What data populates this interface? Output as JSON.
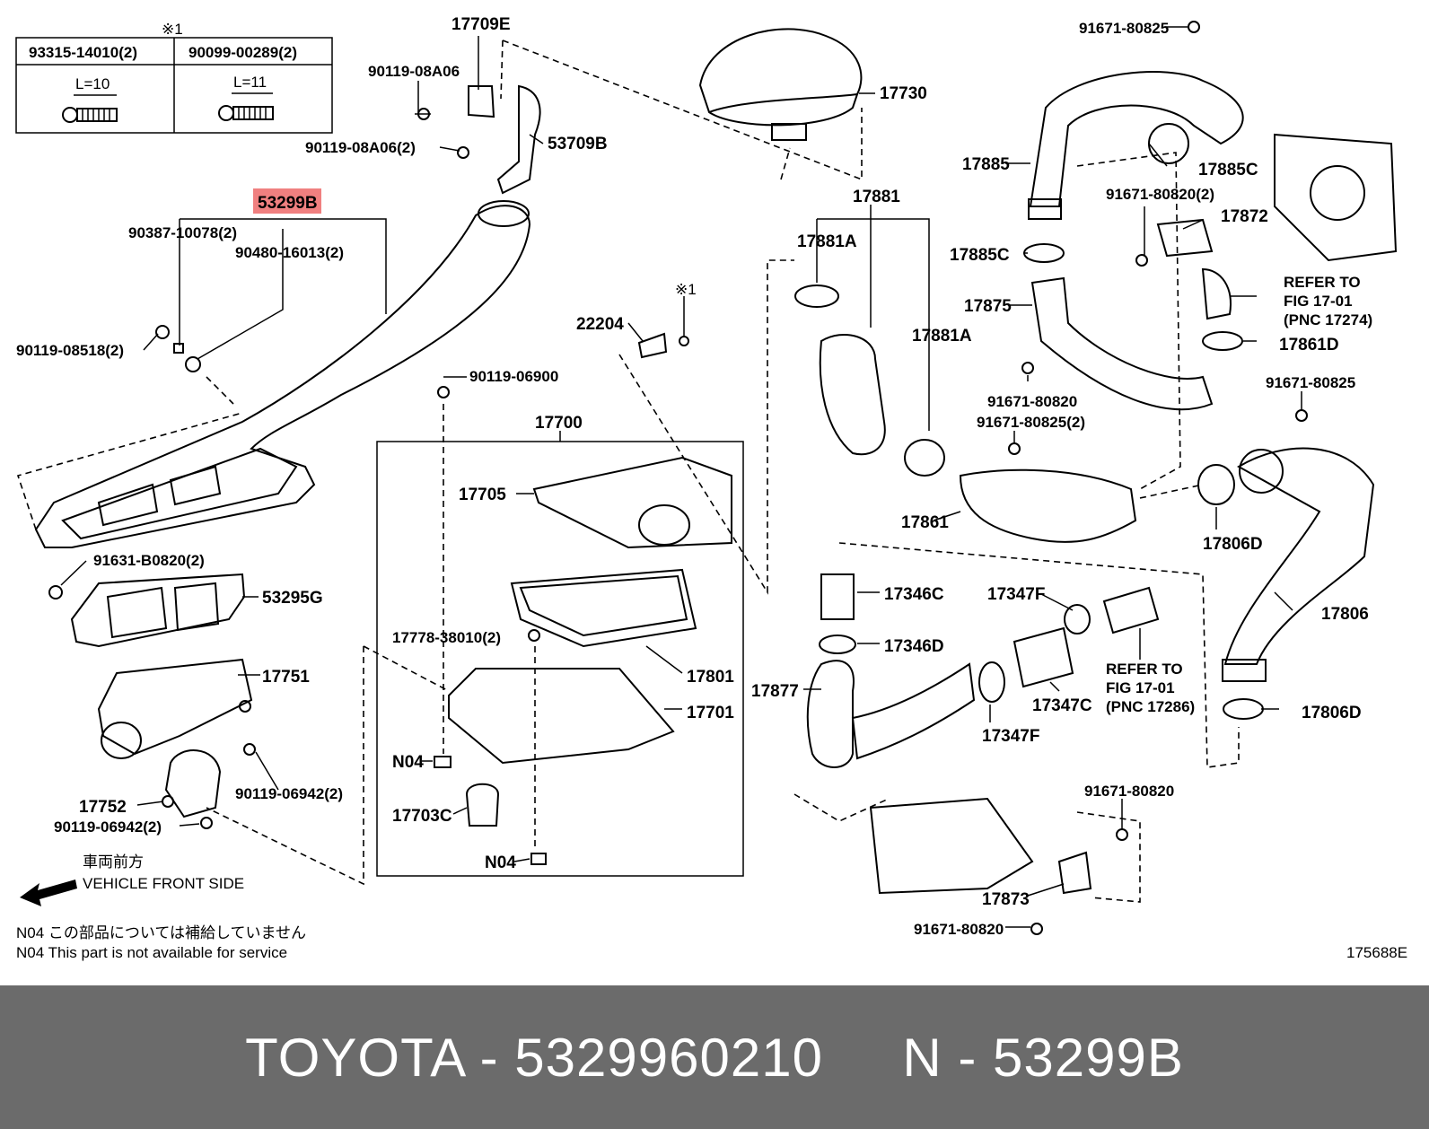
{
  "diagram": {
    "reference_symbol": "※1",
    "bolt_table": [
      {
        "part": "93315-14010(2)",
        "length": "L=10"
      },
      {
        "part": "90099-00289(2)",
        "length": "L=11"
      }
    ],
    "labels": {
      "p17709E": "17709E",
      "p17730": "17730",
      "p53709B": "53709B",
      "p53299B": "53299B",
      "p90119_08A06": "90119-08A06",
      "p90119_08A06_2": "90119-08A06(2)",
      "p90387": "90387-10078(2)",
      "p90480": "90480-16013(2)",
      "p90119_08518": "90119-08518(2)",
      "p91631": "91631-B0820(2)",
      "p53295G": "53295G",
      "p17751": "17751",
      "p90119_06942_a": "90119-06942(2)",
      "p17752": "17752",
      "p90119_06942_b": "90119-06942(2)",
      "p22204": "22204",
      "p90119_06900": "90119-06900",
      "p17700": "17700",
      "p17705": "17705",
      "p17778": "17778-38010(2)",
      "p17801": "17801",
      "p17701": "17701",
      "pN04a": "N04",
      "p17703C": "17703C",
      "pN04b": "N04",
      "p17881": "17881",
      "p17881A_a": "17881A",
      "p17881A_b": "17881A",
      "p17861": "17861",
      "p91671_80825_top": "91671-80825",
      "p17885": "17885",
      "p17885C_a": "17885C",
      "p17885C_b": "17885C",
      "p91671_80820_2": "91671-80820(2)",
      "p17872": "17872",
      "p17875": "17875",
      "pRefer1a": "REFER TO",
      "pRefer1b": "FIG 17-01",
      "pRefer1c": "(PNC 17274)",
      "p17861D": "17861D",
      "p91671_80820_mid": "91671-80820",
      "p91671_80825_2": "91671-80825(2)",
      "p91671_80825_right": "91671-80825",
      "p17806D_a": "17806D",
      "p17806": "17806",
      "p17806D_b": "17806D",
      "p17346C": "17346C",
      "p17346D": "17346D",
      "p17347F_a": "17347F",
      "p17347F_b": "17347F",
      "p17347C": "17347C",
      "pRefer2a": "REFER TO",
      "pRefer2b": "FIG 17-01",
      "pRefer2c": "(PNC 17286)",
      "p17877": "17877",
      "p91671_80820_low": "91671-80820",
      "p17873": "17873",
      "p91671_80820_bot": "91671-80820",
      "front_jp": "車両前方",
      "front_en": "VEHICLE FRONT SIDE",
      "note_jp": "N04 この部品については補給していません",
      "note_en": "N04  This part is not available for service",
      "fig_code": "175688E"
    },
    "highlight_color": "#f08080"
  },
  "footer": {
    "text": "TOYOTA - 5329960210     N - 53299B",
    "background": "#6b6b6b",
    "color": "#ffffff"
  }
}
